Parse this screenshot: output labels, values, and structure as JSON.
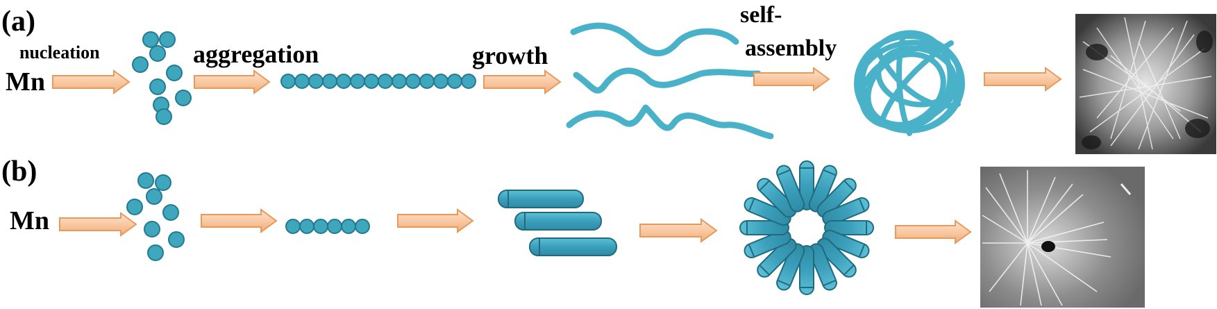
{
  "panel_a": {
    "label": "(a)",
    "start": "Mn",
    "step_nucleation": "nucleation",
    "step_aggregation": "aggregation",
    "step_growth": "growth",
    "step_self_line1": "self-",
    "step_self_line2": "assembly",
    "sem_image": "sem-nanowire-cluster-image"
  },
  "panel_b": {
    "label": "(b)",
    "start": "Mn",
    "sem_image": "sem-nanorod-flower-image"
  },
  "colors": {
    "particle_fill": "#3ea6bd",
    "particle_stroke": "#237a8f",
    "wire": "#4ab2c8",
    "rod_fill": "#3b9fbb",
    "rod_stroke": "#1f6b80",
    "arrow_fill": "#f9c9a3",
    "arrow_stroke": "#e89a5c"
  }
}
